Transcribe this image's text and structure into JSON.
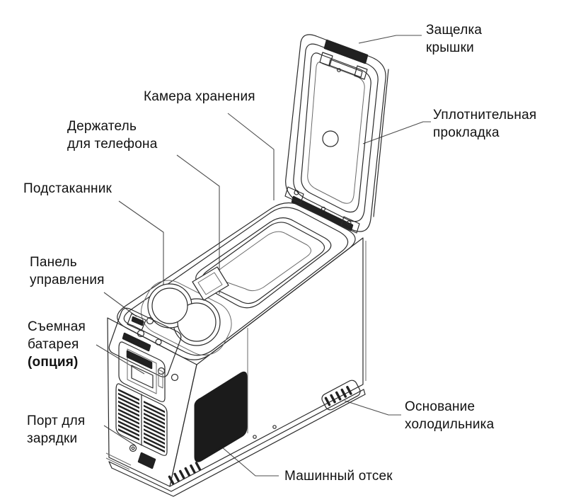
{
  "diagram": {
    "type": "labeled-parts-illustration",
    "language": "ru"
  },
  "labels": {
    "lid_latch": {
      "text": "Защелка крышки",
      "line1": "Защелка",
      "line2": "крышки"
    },
    "storage_chamber": {
      "text": "Камера хранения",
      "line1": "Камера хранения"
    },
    "sealing_gasket": {
      "text": "Уплотнительная прокладка",
      "line1": "Уплотнительная",
      "line2": "прокладка"
    },
    "phone_holder": {
      "text": "Держатель для телефона",
      "line1": "Держатель",
      "line2": "для телефона"
    },
    "cup_holder": {
      "text": "Подстаканник",
      "line1": "Подстаканник"
    },
    "control_panel": {
      "text": "Панель управления",
      "line1": "Панель",
      "line2": "управления"
    },
    "removable_battery": {
      "text": "Съемная батарея (опция)",
      "line1": "Съемная",
      "line2": "батарея",
      "line3": "(опция)"
    },
    "charging_port": {
      "text": "Порт для зарядки",
      "line1": "Порт для",
      "line2": "зарядки"
    },
    "fridge_base": {
      "text": "Основание холодильника",
      "line1": "Основание",
      "line2": "холодильника"
    },
    "machine_compartment": {
      "text": "Машинный отсек",
      "line1": "Машинный отсек"
    }
  },
  "colors": {
    "background": "#ffffff",
    "drawing_line": "#2a2a2a",
    "leader_line": "#4d4d4d",
    "dark_fill": "#212121",
    "text": "#111111"
  }
}
